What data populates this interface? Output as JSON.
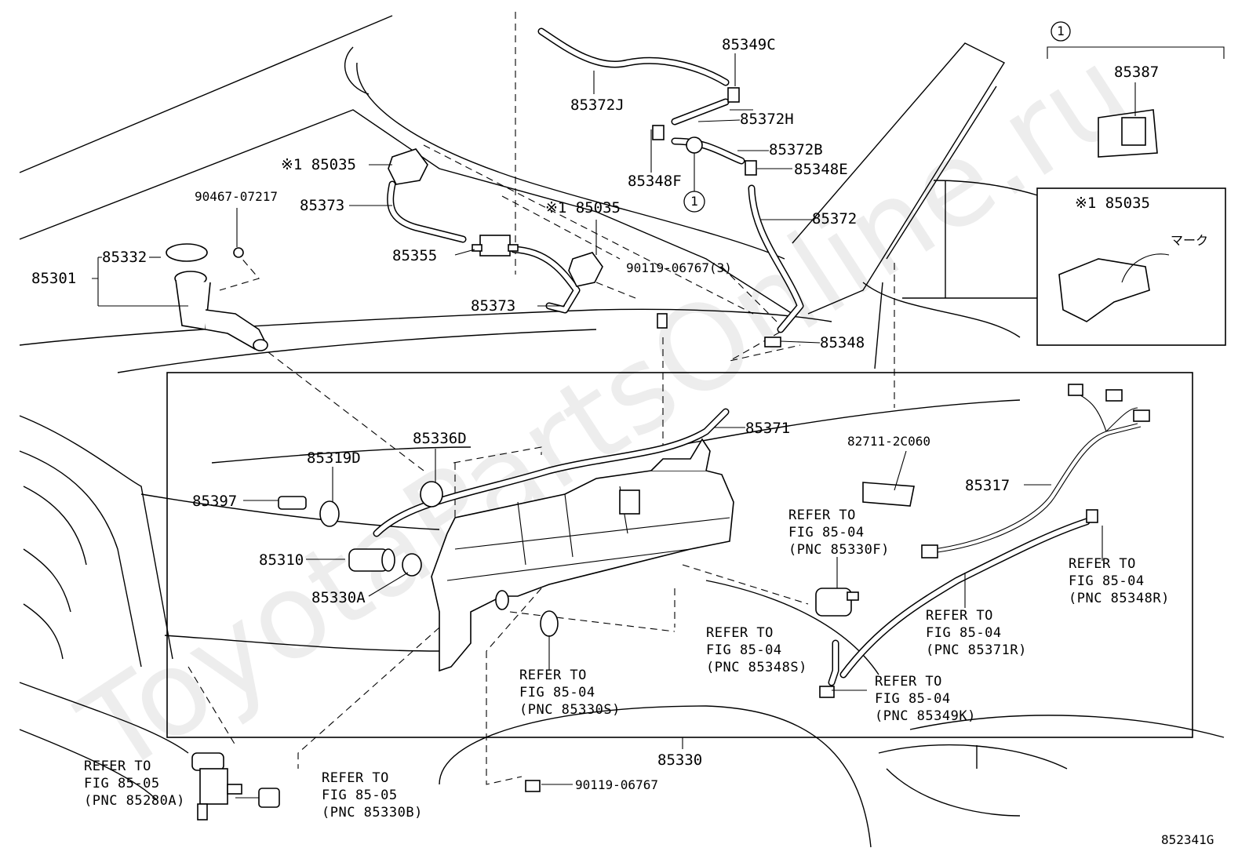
{
  "watermark": "ToyotaPartsOnline.ru",
  "diagram_id": "852341G",
  "box_note": "①",
  "inset_mark_label": "マーク",
  "inset_title": "※1 85035",
  "parts": {
    "p85349C": "85349C",
    "p85372J": "85372J",
    "p85372H": "85372H",
    "p85372B": "85372B",
    "p85348F": "85348F",
    "p85348E": "85348E",
    "p85372": "85372",
    "p85348": "85348",
    "p85035a": "※1 85035",
    "p85035b": "※1 85035",
    "p90467": "90467-07217",
    "p85373a": "85373",
    "p85373b": "85373",
    "p85355": "85355",
    "p85332": "85332",
    "p85301": "85301",
    "p90119a": "90119-06767(3)",
    "p85387": "85387",
    "p85371": "85371",
    "p82711": "82711-2C060",
    "p85336D": "85336D",
    "p85319D": "85319D",
    "p85397": "85397",
    "p85317": "85317",
    "p85310": "85310",
    "p85330A": "85330A",
    "p85330": "85330",
    "p90119b": "90119-06767",
    "circ1": "1",
    "circ1b": "1"
  },
  "refs": {
    "r85330F": [
      "REFER TO",
      "FIG 85-04",
      "(PNC 85330F)"
    ],
    "r85348R": [
      "REFER TO",
      "FIG 85-04",
      "(PNC 85348R)"
    ],
    "r85371R": [
      "REFER TO",
      "FIG 85-04",
      "(PNC 85371R)"
    ],
    "r85348S": [
      "REFER TO",
      "FIG 85-04",
      "(PNC 85348S)"
    ],
    "r85330S": [
      "REFER TO",
      "FIG 85-04",
      "(PNC 85330S)"
    ],
    "r85349K": [
      "REFER TO",
      "FIG 85-04",
      "(PNC 85349K)"
    ],
    "r85280A": [
      "REFER TO",
      "FIG 85-05",
      "(PNC 85280A)"
    ],
    "r85330B": [
      "REFER TO",
      "FIG 85-05",
      "(PNC 85330B)"
    ]
  }
}
